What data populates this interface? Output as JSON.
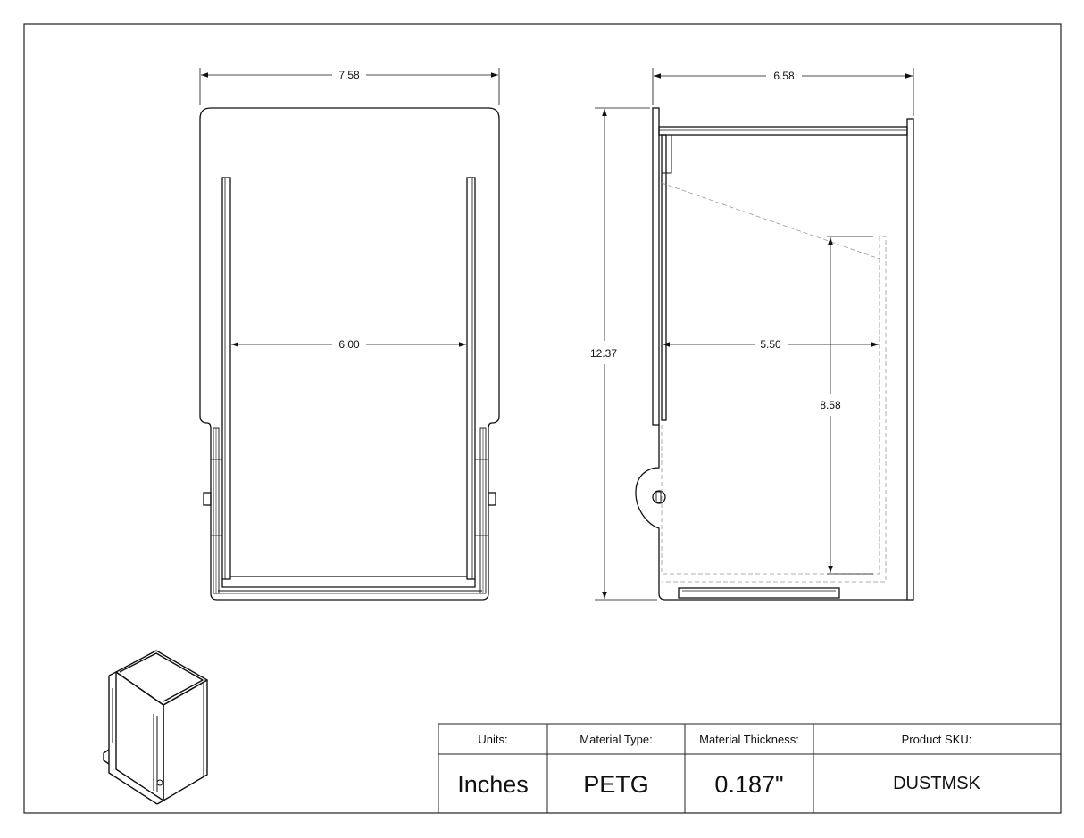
{
  "drawing": {
    "front_view": {
      "overall_width": "7.58",
      "inner_width": "6.00"
    },
    "side_view": {
      "overall_depth": "6.58",
      "overall_height": "12.37",
      "inner_depth": "5.50",
      "inner_height": "8.58"
    }
  },
  "title_block": {
    "units_label": "Units:",
    "units_value": "Inches",
    "material_label": "Material Type:",
    "material_value": "PETG",
    "thickness_label": "Material Thickness:",
    "thickness_value": "0.187\"",
    "sku_label": "Product SKU:",
    "sku_value": "DUSTMSK"
  }
}
